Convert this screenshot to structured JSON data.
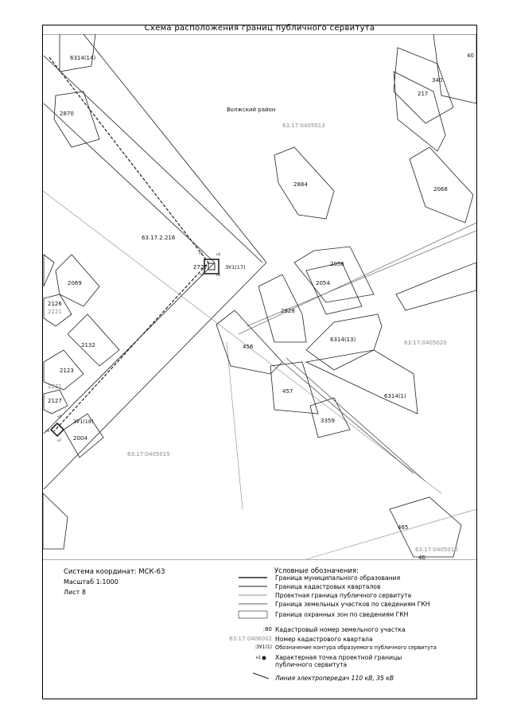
{
  "title": "Схема расположения границ публичного сервитута",
  "map": {
    "district_label": "Волжский район",
    "road_label": "63.17.2.216",
    "quarters": [
      "63:17:0405013",
      "63:17:0405020",
      "63:17:0405015",
      "63:17:0405016"
    ],
    "parcels": [
      "6314(14)",
      "2870",
      "40",
      "340",
      "217",
      "2884",
      "2068",
      "2727",
      "2056",
      "2069",
      "2054",
      "2828",
      "2126",
      "2221",
      "6314(13)",
      "456",
      "2132",
      "2123",
      "2231",
      "457",
      "6314(1)",
      "2127",
      "3359",
      "2004",
      "465",
      "46"
    ],
    "contours": [
      "ЗУ1(17)",
      "ЗУ1(18)"
    ],
    "point_marks": [
      "н1",
      "н2",
      "н3",
      "н4",
      "н5",
      "н6",
      "н7"
    ]
  },
  "info": {
    "coord_system": "Система координат: МСК-63",
    "scale": "Масштаб 1:1000",
    "sheet": "Лист 8"
  },
  "legend": {
    "title": "Условные обозначения:",
    "items": [
      {
        "id": "municipal-boundary",
        "label": "Граница муниципального образования"
      },
      {
        "id": "cadastral-quarter-boundary",
        "label": "Граница кадастровых кварталов"
      },
      {
        "id": "servitude-boundary",
        "label": "Проектная граница публичного сервитута"
      },
      {
        "id": "land-parcel-boundary",
        "label": "Граница земельных участков по сведениям ГКН"
      },
      {
        "id": "protection-zone-boundary",
        "label": "Граница охранных зон по сведениям ГКН"
      },
      {
        "id": "parcel-number",
        "label": "Кадастровый номер земельного участка",
        "sample": ":80"
      },
      {
        "id": "quarter-number",
        "label": "Номер кадастрового квартала",
        "sample": "63:17:0406002"
      },
      {
        "id": "contour-designation",
        "label": "Обозначение контура образуемого публичного сервитута",
        "sample": ":ЗУ1(1)"
      },
      {
        "id": "characteristic-point",
        "label": "Характерная точка проектной границы публичного сервитута",
        "sample": "н1"
      },
      {
        "id": "power-line",
        "label": "Линия электропередач 110 кВ, 35 кВ"
      }
    ]
  },
  "colors": {
    "line": "#222222",
    "grey": "#9a9a9a",
    "quarter_text": "#8a8a8a"
  }
}
